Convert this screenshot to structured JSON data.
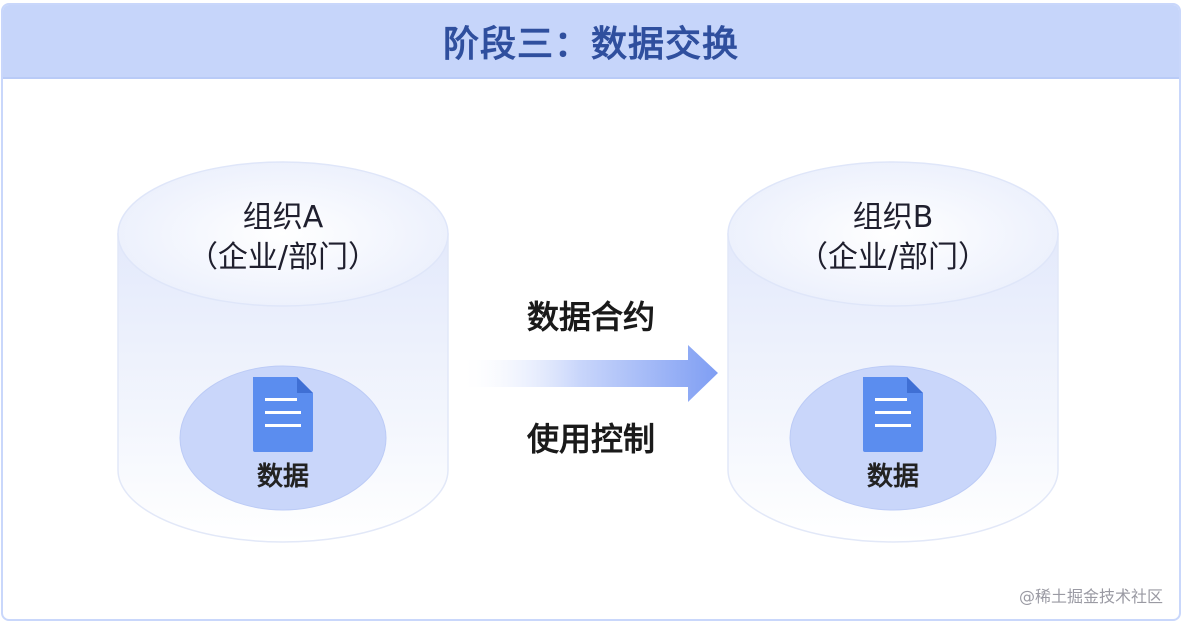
{
  "header": {
    "title": "阶段三：数据交换"
  },
  "org_a": {
    "name": "组织A",
    "sub": "（企业/部门）",
    "data_label": "数据"
  },
  "org_b": {
    "name": "组织B",
    "sub": "（企业/部门）",
    "data_label": "数据"
  },
  "flow": {
    "top_label": "数据合约",
    "bottom_label": "使用控制"
  },
  "watermark": "@稀土掘金技术社区",
  "colors": {
    "header_bg": "#c6d5fa",
    "title": "#2f4f9e",
    "doc_icon": "#5b8def",
    "arrow": "#7f9ef3"
  }
}
